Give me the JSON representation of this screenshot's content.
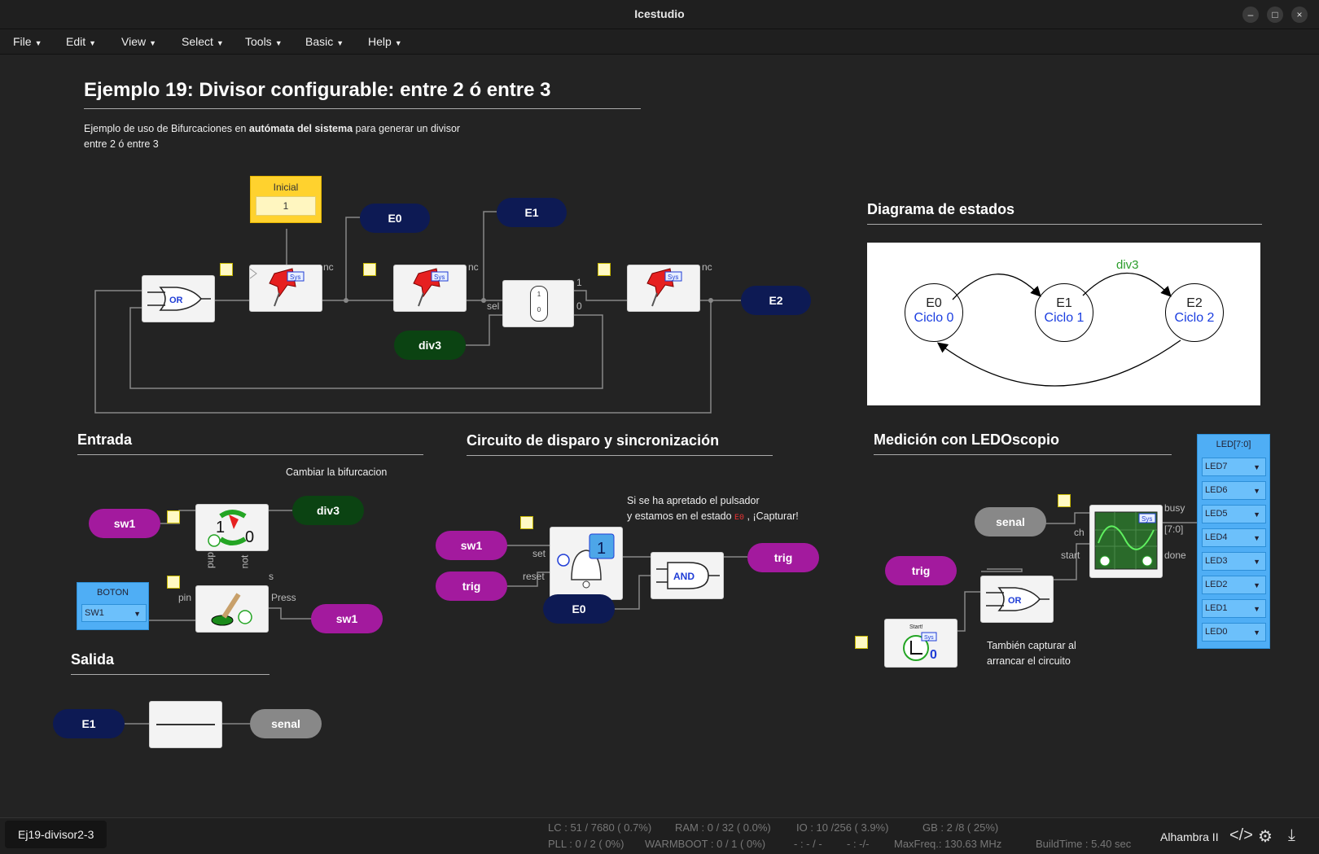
{
  "window": {
    "title": "Icestudio"
  },
  "menu": [
    {
      "label": "File"
    },
    {
      "label": "Edit"
    },
    {
      "label": "View"
    },
    {
      "label": "Select"
    },
    {
      "label": "Tools"
    },
    {
      "label": "Basic"
    },
    {
      "label": "Help"
    }
  ],
  "canvas": {
    "title": "Ejemplo 19: Divisor configurable: entre 2 ó entre 3",
    "desc_pre": "Ejemplo de uso de Bifurcaciones en ",
    "desc_bold": "autómata del sistema",
    "desc_post": " para generar un divisor",
    "desc_line2": "entre 2 ó entre 3",
    "main": {
      "initial_label": "Inicial",
      "initial_value": "1",
      "or_label": "OR",
      "sys_badge": "Sys",
      "nc": "nc",
      "sel": "sel",
      "mux_1": "1",
      "mux_0": "0",
      "e0": "E0",
      "e1": "E1",
      "e2": "E2",
      "div3": "div3"
    },
    "diagram": {
      "heading": "Diagrama de estados",
      "edge_label": "div3",
      "states": [
        {
          "name": "E0",
          "sub": "Ciclo 0"
        },
        {
          "name": "E1",
          "sub": "Ciclo 1"
        },
        {
          "name": "E2",
          "sub": "Ciclo 2"
        }
      ]
    },
    "entrada": {
      "heading": "Entrada",
      "note": "Cambiar la bifurcacion",
      "sw1": "sw1",
      "div3": "div3",
      "toggle_1": "1",
      "toggle_0": "0",
      "boton_label": "BOTON",
      "boton_value": "SW1",
      "pup": "pup",
      "not": "not",
      "s": "s",
      "pin": "pin",
      "press": "Press",
      "sw1_out": "sw1"
    },
    "salida": {
      "heading": "Salida",
      "e1": "E1",
      "senal": "senal"
    },
    "disparo": {
      "heading": "Circuito de disparo y sincronización",
      "note1": "Si se ha apretado el pulsador",
      "note2_pre": "y estamos en el estado ",
      "note2_code": "E0",
      "note2_post": " , ¡Capturar!",
      "sw1": "sw1",
      "trig": "trig",
      "e0": "E0",
      "set": "set",
      "reset": "reset",
      "badge": "1",
      "and_label": "AND",
      "trig_out": "trig"
    },
    "medicion": {
      "heading": "Medición con LEDOscopio",
      "senal": "senal",
      "trig": "trig",
      "ch": "ch",
      "start": "start",
      "busy": "busy",
      "bus": "[7:0]",
      "done": "done",
      "or_label": "OR",
      "start_label": "Start!",
      "start_value": "0",
      "note1": "También capturar al",
      "note2": "arrancar el circuito",
      "led_panel": "LED[7:0]",
      "leds": [
        "LED7",
        "LED6",
        "LED5",
        "LED4",
        "LED3",
        "LED2",
        "LED1",
        "LED0"
      ]
    }
  },
  "status": {
    "project": "Ej19-divisor2-3",
    "lc": "LC : 51 / 7680 ( 0.7%)",
    "ram": "RAM : 0 / 32 ( 0.0%)",
    "io": "IO : 10 /256 ( 3.9%)",
    "gb": "GB : 2 /8 ( 25%)",
    "pll": "PLL : 0 / 2 ( 0%)",
    "warmboot": "WARMBOOT : 0 / 1 ( 0%)",
    "blank1": "- : - / -",
    "blank2": "- : -/-",
    "maxfreq": "MaxFreq.: 130.63 MHz",
    "buildtime": "BuildTime : 5.40 sec",
    "board": "Alhambra II"
  },
  "colors": {
    "navy": "#0d1a54",
    "green": "#0b4312",
    "purple": "#a31a9e",
    "gray": "#888888",
    "constant": "#ffd22e",
    "io_blue": "#4faef5"
  }
}
